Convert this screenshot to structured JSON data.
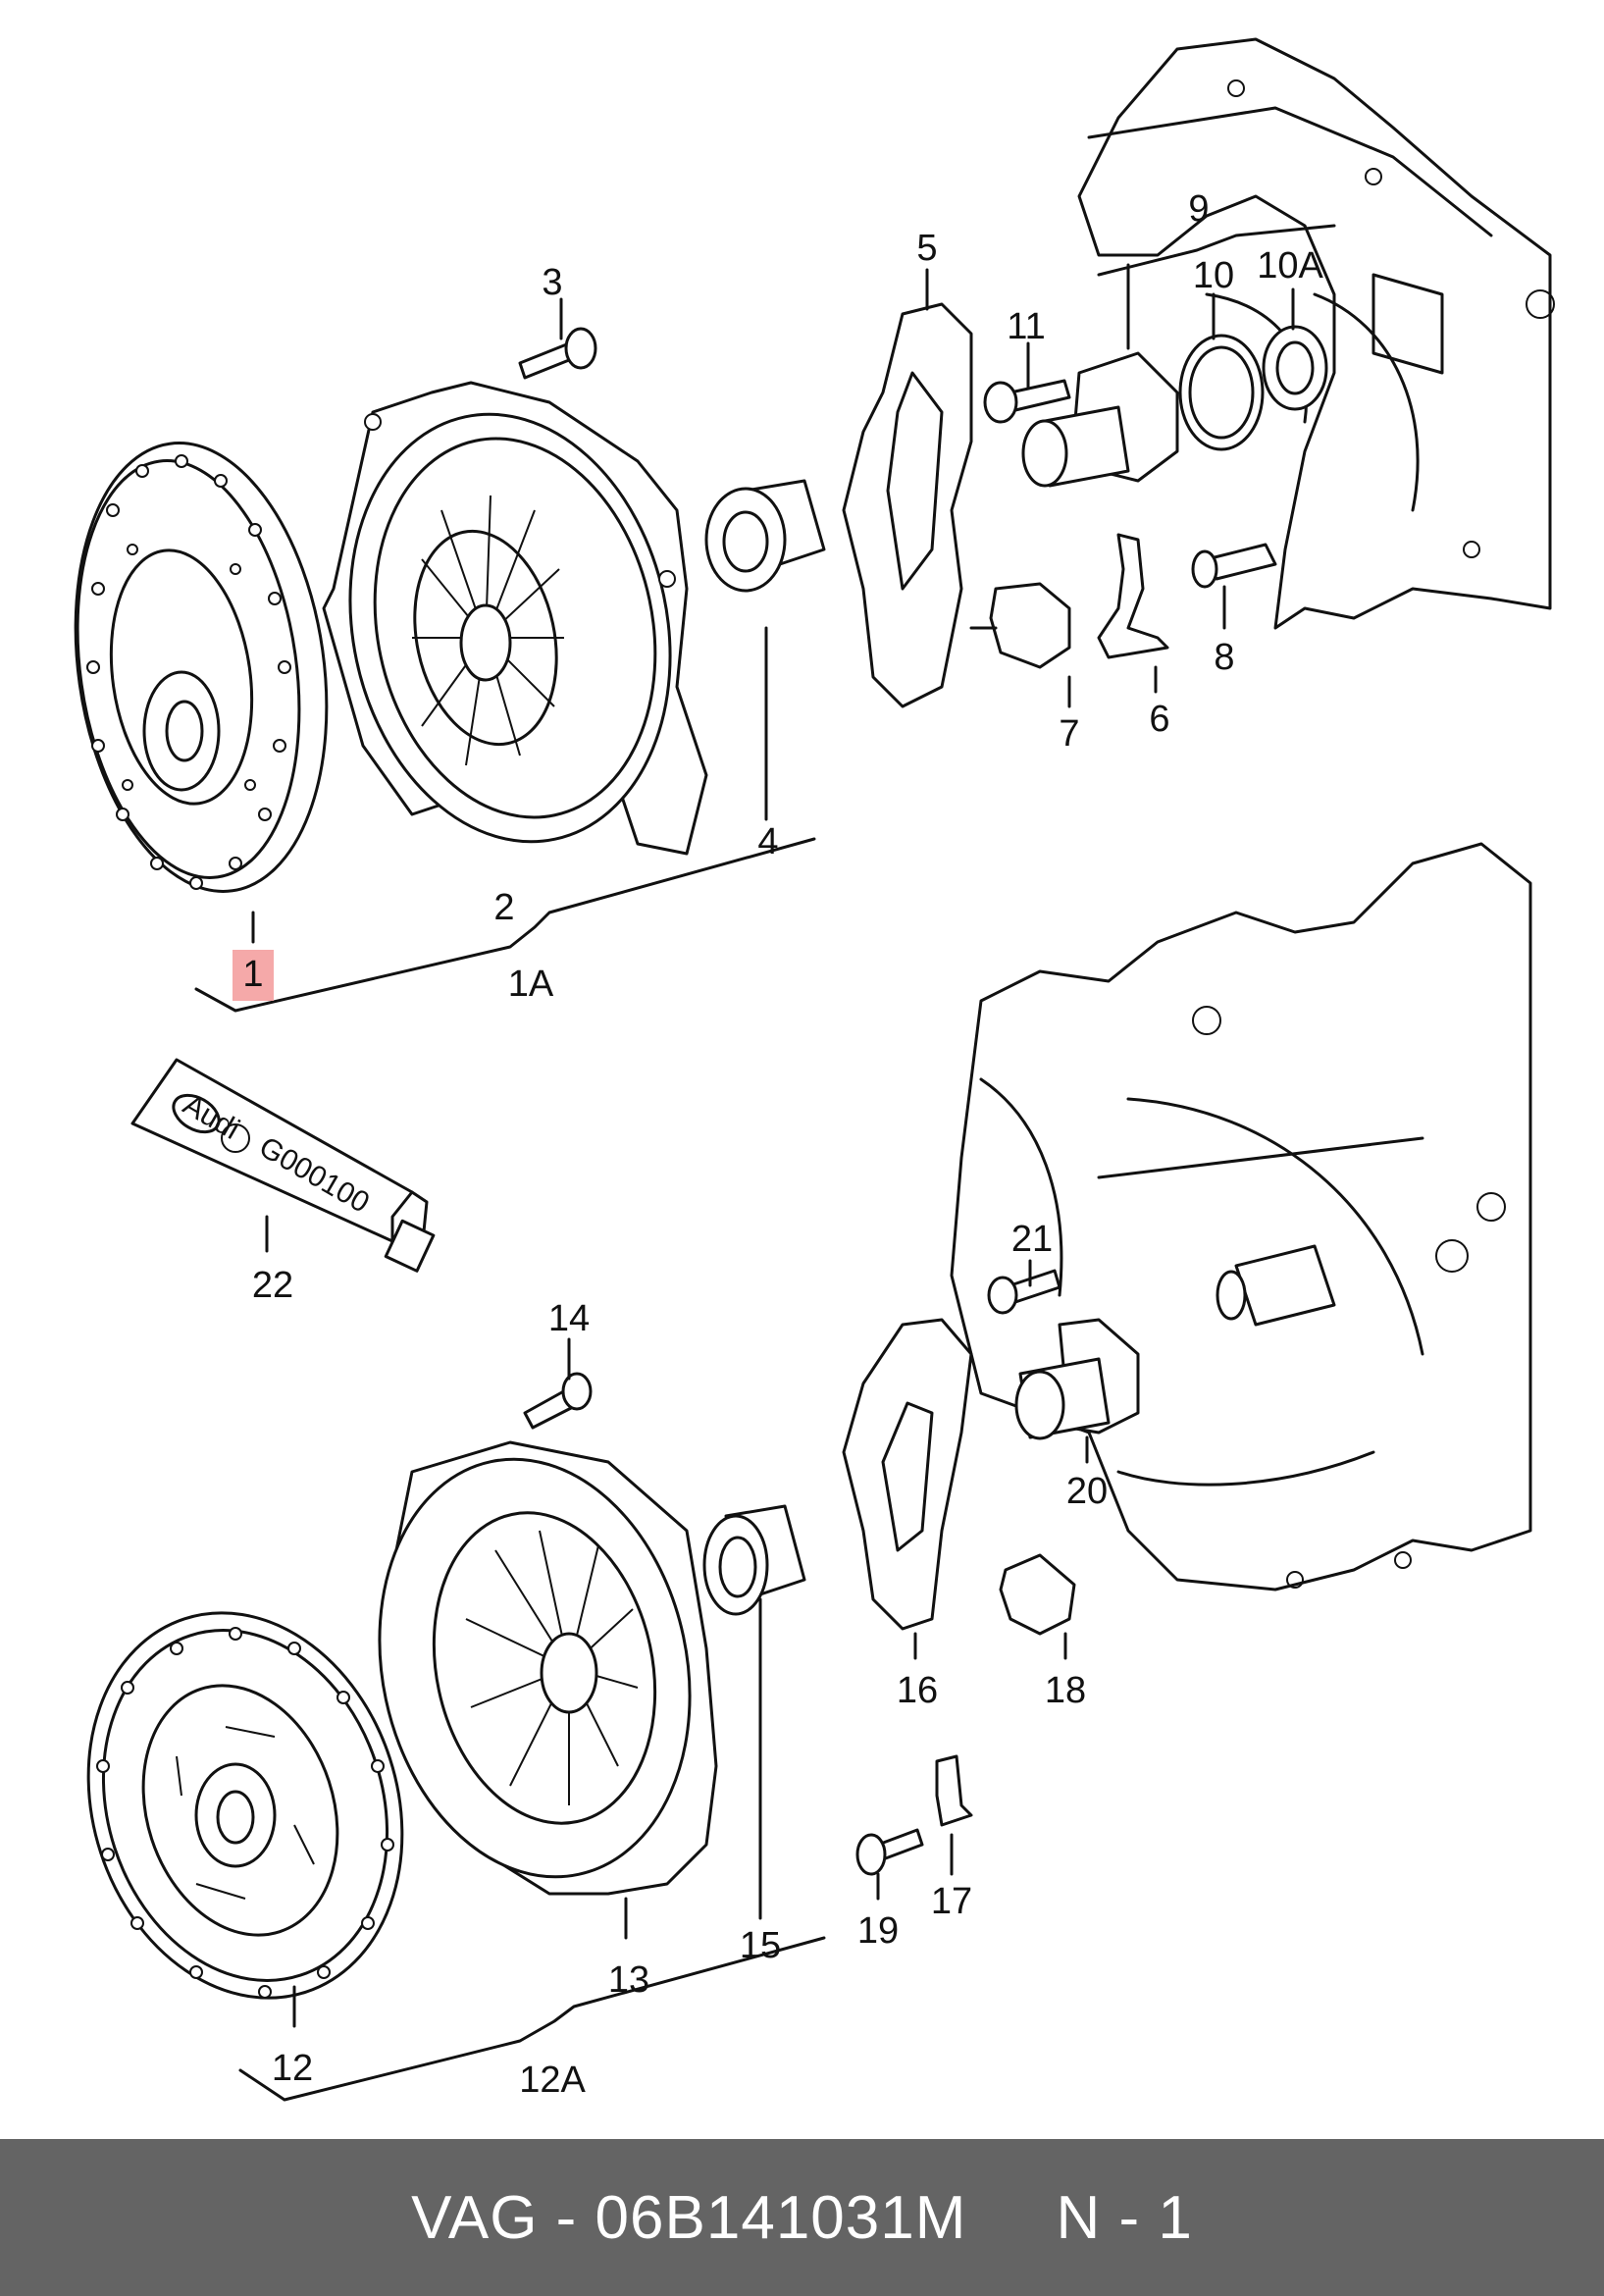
{
  "labels": {
    "l1": "1",
    "l1a": "1A",
    "l2": "2",
    "l3": "3",
    "l4": "4",
    "l5": "5",
    "l6": "6",
    "l7": "7",
    "l8": "8",
    "l9": "9",
    "l10": "10",
    "l10a": "10A",
    "l11": "11",
    "l12": "12",
    "l12a": "12A",
    "l13": "13",
    "l14": "14",
    "l15": "15",
    "l16": "16",
    "l17": "17",
    "l18": "18",
    "l19": "19",
    "l20": "20",
    "l21": "21",
    "l22": "22"
  },
  "tube": {
    "code": "G000100",
    "logo": "Audi"
  },
  "highlight_color": "#f4a0a0",
  "footer": {
    "text": "VAG - 06B141031M     N - 1"
  }
}
